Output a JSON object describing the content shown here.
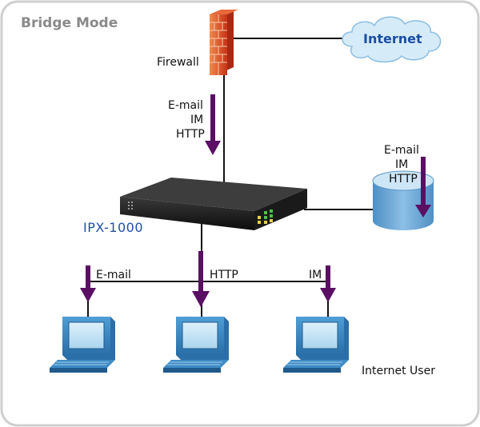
{
  "title": "Bridge Mode",
  "nodes": {
    "firewall": "Firewall",
    "internet": "Internet",
    "device": "IPX-1000",
    "users": "Internet User"
  },
  "flows": {
    "firewall": [
      "E-mail",
      "IM",
      "HTTP"
    ],
    "storage": [
      "E-mail",
      "IM",
      "HTTP"
    ],
    "left_user": "E-mail",
    "mid_user": "HTTP",
    "right_user": "IM"
  },
  "colors": {
    "arrow": "#5a0f63",
    "frame": "#cfcfcf",
    "cloud": "#d6ebf8",
    "storage": "#6faad6",
    "brick": "#d9431f"
  }
}
